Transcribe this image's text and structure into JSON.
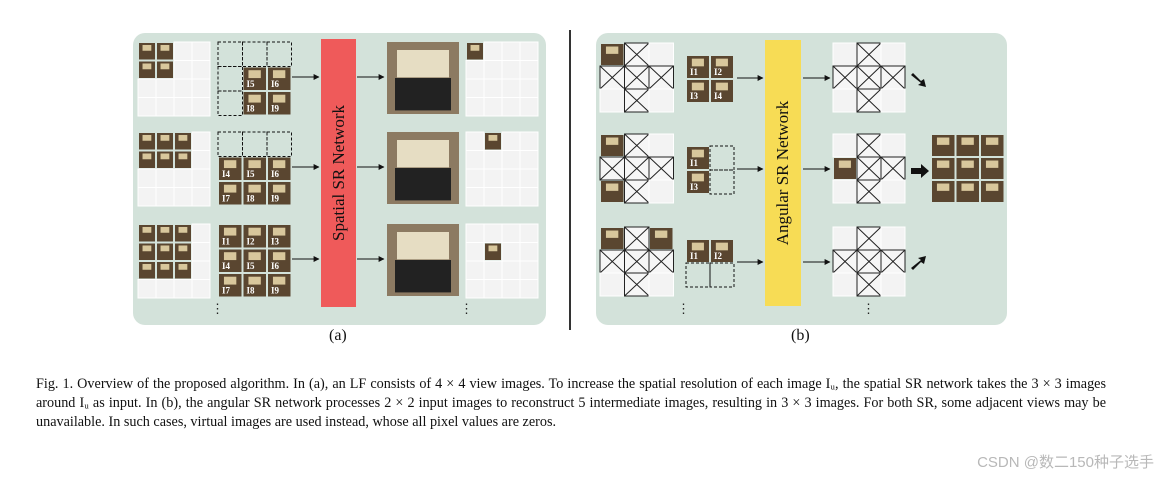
{
  "figure": {
    "panel_a": {
      "network_label": "Spatial SR Network",
      "sublabel": "(a)",
      "input_labels": [
        [
          "5",
          "6",
          "8",
          "9"
        ],
        [
          "4",
          "5",
          "6",
          "7",
          "8",
          "9"
        ],
        [
          "1",
          "2",
          "3",
          "4",
          "5",
          "6",
          "7",
          "8",
          "9"
        ]
      ]
    },
    "panel_b": {
      "network_label": "Angular SR Network",
      "sublabel": "(b)",
      "input_labels": [
        [
          "1",
          "2",
          "3",
          "4"
        ],
        [
          "1",
          "3"
        ],
        [
          "1",
          "2"
        ]
      ]
    },
    "ellipsis": "⋮",
    "caption": "Fig. 1.   Overview of the proposed algorithm. In (a), an LF consists of 4 × 4 view images. To increase the spatial resolution of each image Iᵤ, the spatial SR network takes the 3 × 3 images around Iᵤ as input. In (b), the angular SR network processes 2 × 2 input images to reconstruct 5 intermediate images, resulting in 3 × 3 images. For both SR, some adjacent views may be unavailable. In such cases, virtual images are used instead, whose all pixel values are zeros.",
    "watermark": "CSDN @数二150种子选手"
  },
  "colors": {
    "panel_bg": "#d3e2da",
    "spatial_network": "#ef5a5a",
    "angular_network": "#f7dc55",
    "thumbnail": "#5a4630",
    "thumbnail_box": "#d8c79c",
    "faded_view": "#f3f3f3"
  }
}
